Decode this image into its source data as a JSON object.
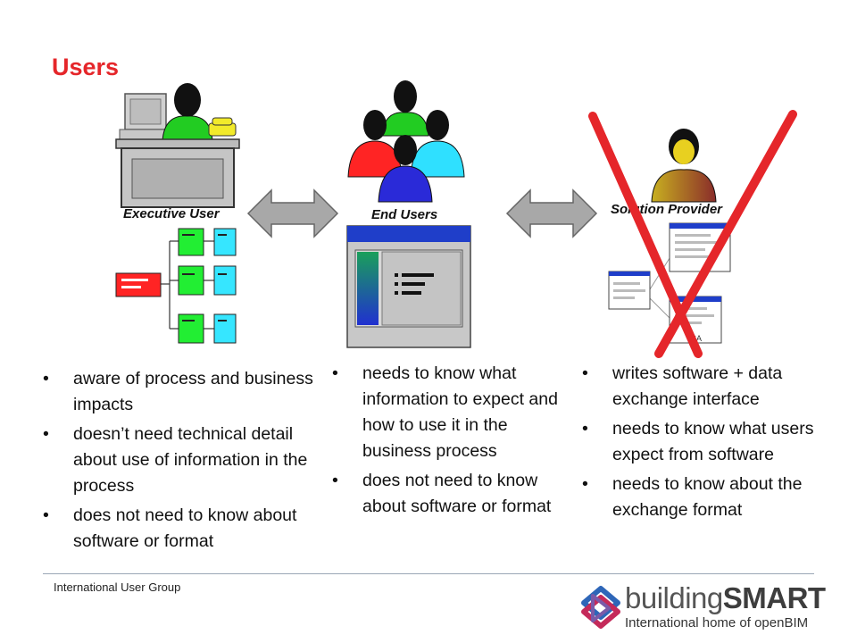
{
  "slide": {
    "title": "Users"
  },
  "figures": {
    "executive": {
      "caption": "Executive User"
    },
    "end_users": {
      "caption": "End Users"
    },
    "provider": {
      "caption": "Solution Provider",
      "doc_tag": "SA"
    }
  },
  "columns": [
    {
      "bullets": [
        "aware of process and business impacts",
        "doesn’t need technical detail about use of information in the process",
        "does not need to know about software or format"
      ]
    },
    {
      "bullets": [
        "needs to know what information to expect and how to use it in the business process",
        "does not need to know about software or format"
      ]
    },
    {
      "bullets": [
        "writes software + data exchange interface",
        "needs to know what users expect from software",
        "needs to know about the exchange format"
      ]
    }
  ],
  "footer": {
    "text": "International User Group"
  },
  "logo": {
    "brand_light": "building",
    "brand_bold": "SMART",
    "tagline": "International home of openBIM"
  },
  "colors": {
    "title": "#e5262a",
    "cross": "#e5262a",
    "arrow": "#a8a8a8",
    "window_bar": "#1f3ec9",
    "accent_green": "#22cc22"
  }
}
